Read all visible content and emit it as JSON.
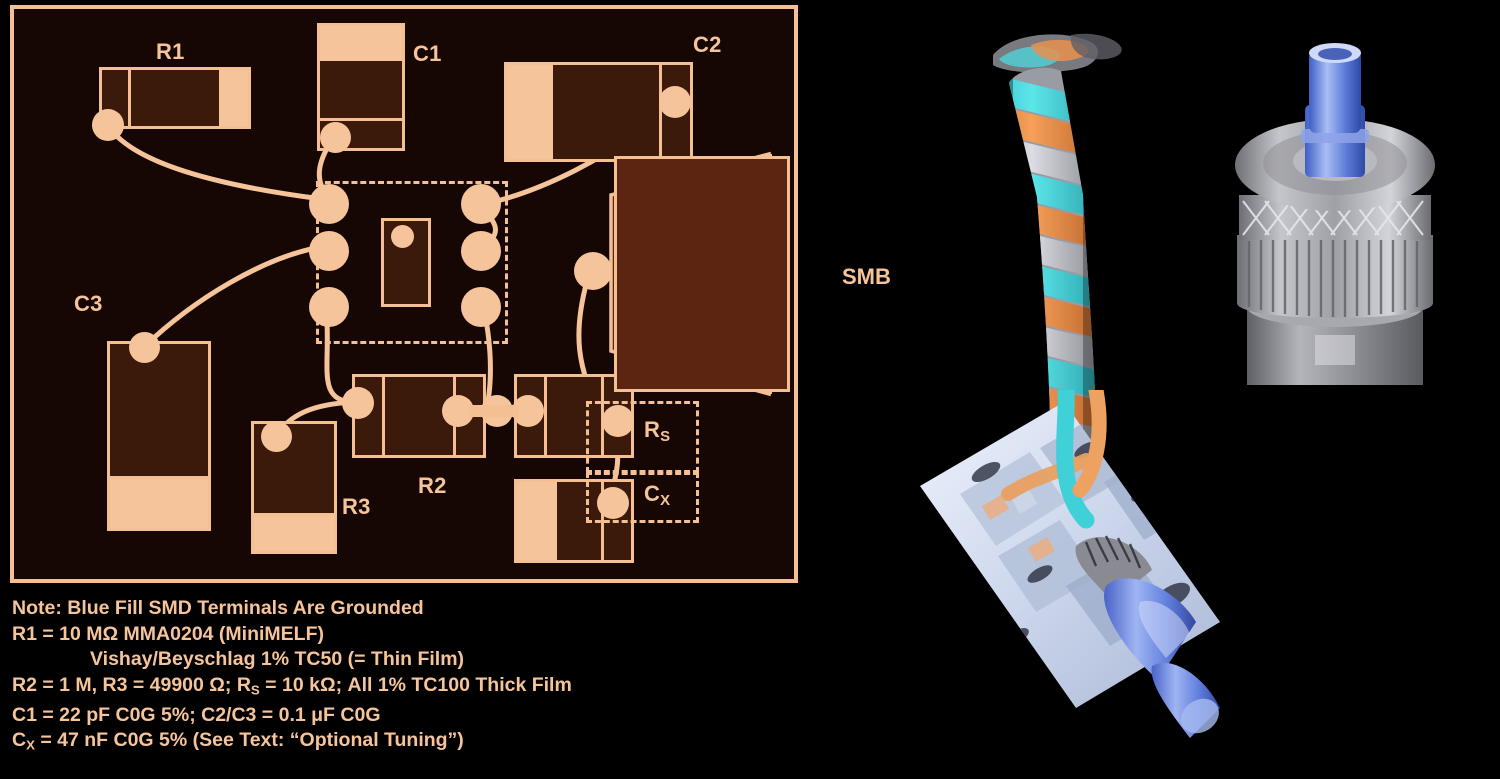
{
  "figure": {
    "board": {
      "reference_designators": [
        {
          "id": "R1",
          "label": "R1"
        },
        {
          "id": "C1",
          "label": "C1"
        },
        {
          "id": "C2",
          "label": "C2"
        },
        {
          "id": "C3",
          "label": "C3"
        },
        {
          "id": "R2",
          "label": "R2"
        },
        {
          "id": "R3",
          "label": "R3"
        },
        {
          "id": "SMB",
          "label": "SMB"
        }
      ],
      "subscript_labels": [
        {
          "id": "RS",
          "base": "R",
          "sub": "S"
        },
        {
          "id": "CX",
          "base": "C",
          "sub": "X"
        }
      ]
    },
    "caption": {
      "line1": "Note: Blue Fill SMD Terminals Are Grounded",
      "line2": "R1 = 10 MΩ MMA0204 (MiniMELF)",
      "line3_indent": "Vishay/Beyschlag 1% TC50 (= Thin Film)",
      "line4_a": "R2 = 1 M, R3 = 49900 Ω; R",
      "line4_sub": "S",
      "line4_b": " = 10 kΩ; All 1% TC100 Thick Film",
      "line5": "C1 = 22 pF C0G 5%; C2/C3 = 0.1 μF C0G",
      "line6_a": "C",
      "line6_sub": "X",
      "line6_b": " = 47 nF C0G 5% (See Text: “Optional Tuning”)"
    },
    "colors": {
      "background": "#000000",
      "board_fill": "#160704",
      "trace_peach": "#f6c49a",
      "outline_peach": "#f3bf93",
      "component_fill": "#3b190b",
      "smb_fill": "#5c2511",
      "wire_cyan": "#45d6dd",
      "wire_orange": "#e8904a",
      "wire_gray": "#c9c9cf",
      "connector_blue": "#6f8fe0"
    },
    "photos": [
      {
        "name": "twisted-cable-photo",
        "description": "three-conductor twisted cable, cyan orange gray"
      },
      {
        "name": "smb-connector-photo",
        "description": "metal knurled SMB/BNC connector with blue center pin"
      },
      {
        "name": "assembled-pcb-photo",
        "description": "assembled PCB with wires and blue connector"
      }
    ]
  }
}
